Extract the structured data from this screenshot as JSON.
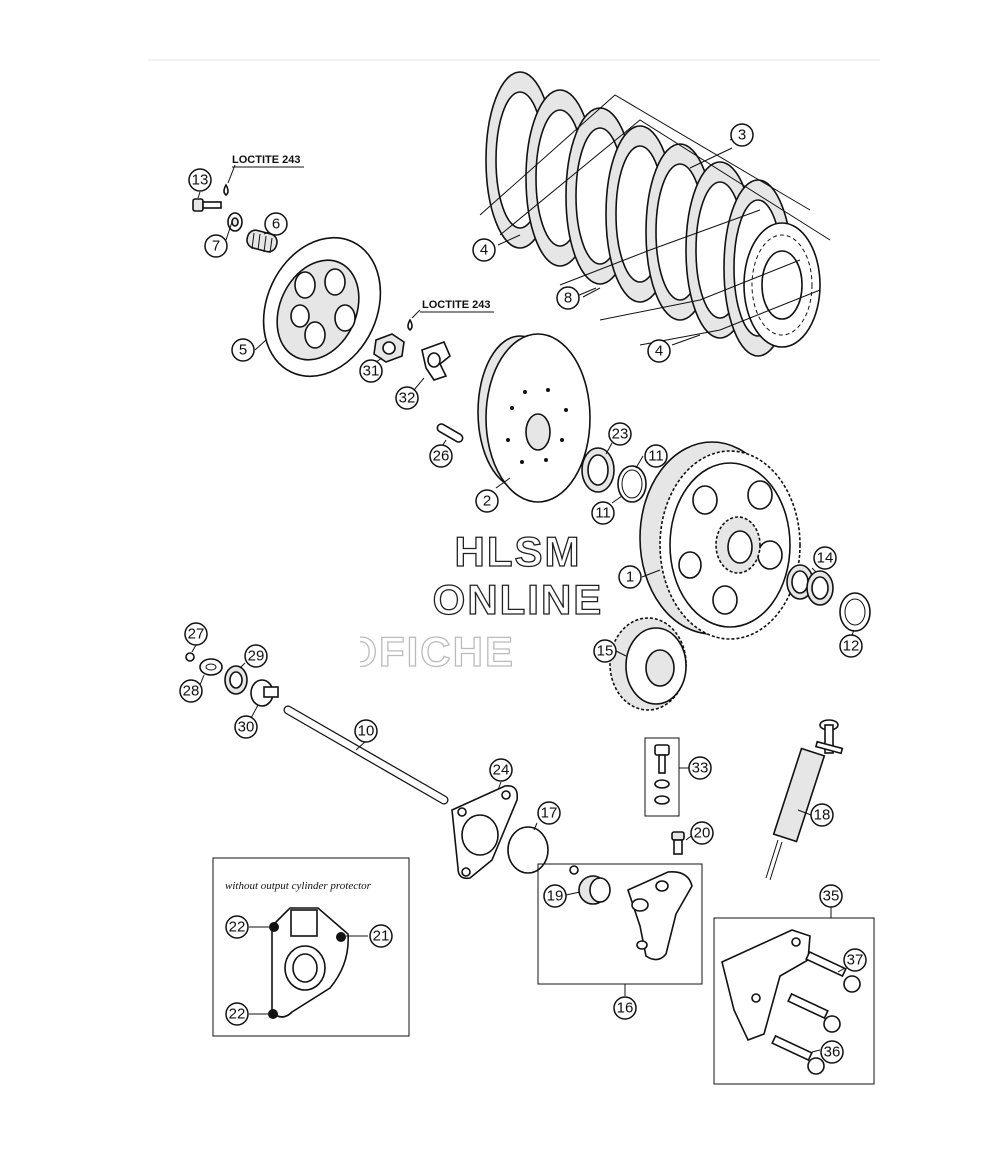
{
  "loctite_labels": [
    "LOCTITE 243",
    "LOCTITE 243"
  ],
  "watermark": {
    "line1": "HLSM",
    "line2": "ONLINE",
    "line3": "MICROFICHE"
  },
  "box_caption": "without output cylinder protector",
  "callouts": [
    "1",
    "2",
    "3",
    "4",
    "4",
    "5",
    "6",
    "7",
    "8",
    "10",
    "11",
    "11",
    "12",
    "13",
    "14",
    "15",
    "16",
    "17",
    "18",
    "19",
    "20",
    "21",
    "22",
    "22",
    "23",
    "24",
    "26",
    "27",
    "28",
    "29",
    "30",
    "31",
    "32",
    "33",
    "35",
    "36",
    "37"
  ]
}
